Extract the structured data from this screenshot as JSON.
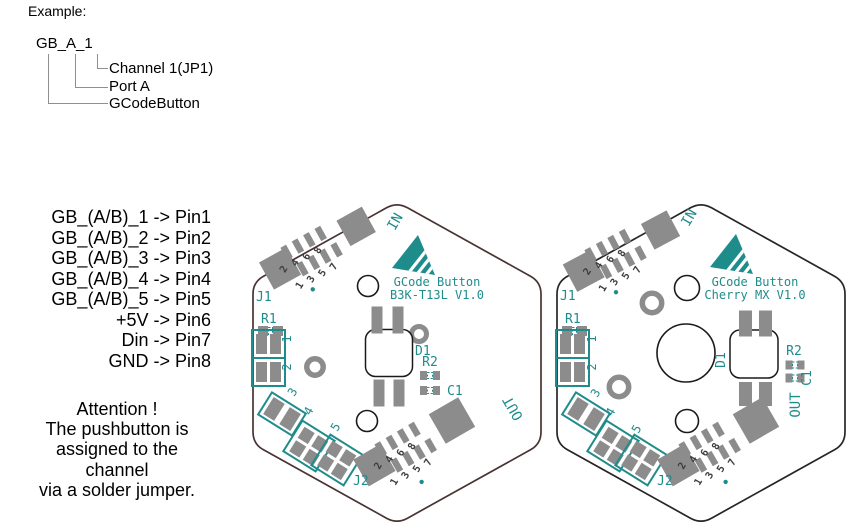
{
  "example_block": {
    "heading": "Example:",
    "code": "GB_A_1",
    "legend": [
      "Channel 1(JP1)",
      "Port A",
      "GCodeButton"
    ]
  },
  "pin_assignments": [
    "GB_(A/B)_1 -> Pin1",
    "GB_(A/B)_2 -> Pin2",
    "GB_(A/B)_3 -> Pin3",
    "GB_(A/B)_4 -> Pin4",
    "GB_(A/B)_5 -> Pin5",
    "+5V -> Pin6",
    "Din -> Pin7",
    "GND -> Pin8"
  ],
  "attention_note": [
    "Attention !",
    "The pushbutton is",
    "assigned to the",
    "channel",
    "via a solder jumper."
  ],
  "silkscreen": {
    "j1": "J1",
    "j2": "J2",
    "r1": "R1",
    "r2": "R2",
    "c1": "C1",
    "d1": "D1",
    "in_label": "IN",
    "out_label": "OUT"
  },
  "connector_pins": {
    "even": [
      "2",
      "4",
      "6",
      "8"
    ],
    "odd": [
      "1",
      "3",
      "5",
      "7"
    ]
  },
  "jumper_channels": [
    "1",
    "2",
    "3",
    "4",
    "5"
  ],
  "boards": [
    {
      "name": "GCode Button",
      "variant": "B3K-T13L V1.0"
    },
    {
      "name": "GCode Button",
      "variant": "Cherry MX V1.0"
    }
  ],
  "colors": {
    "silk_teal": "#1f8c8c",
    "pad_gray": "#8c8c8c",
    "edge_left_board": "#4a3333",
    "edge_right_board": "#262626"
  }
}
